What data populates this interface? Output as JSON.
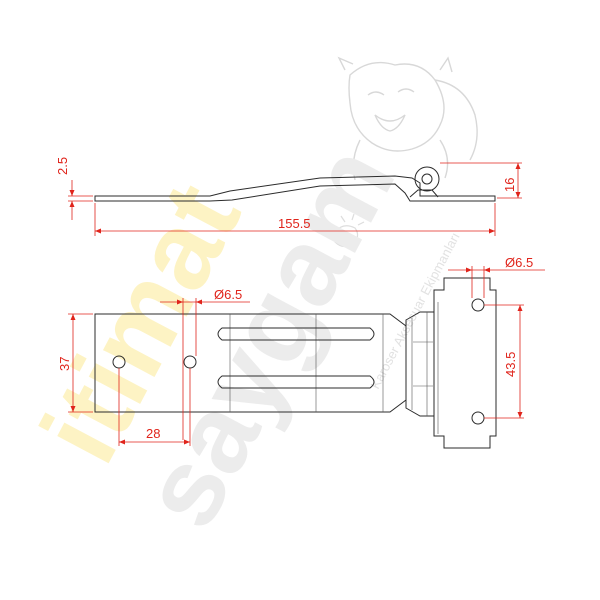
{
  "watermark": {
    "brand_line1": "itimat",
    "brand_line2": "saygam",
    "tagline": "Karoser Aksesuar Ekipmanları"
  },
  "dimensions": {
    "thickness": "2.5",
    "total_length": "155.5",
    "knuckle_height": "16",
    "plate_hole_diameter": "Ø6.5",
    "plate_width": "37",
    "hole_spacing": "28",
    "leaf_hole_diameter": "Ø6.5",
    "leaf_hole_spacing": "43.5"
  },
  "colors": {
    "dimension": "#e0241b",
    "outline": "#2b2b2b",
    "watermark_yellow": "#fdf3c4",
    "watermark_grey": "#ececec"
  }
}
